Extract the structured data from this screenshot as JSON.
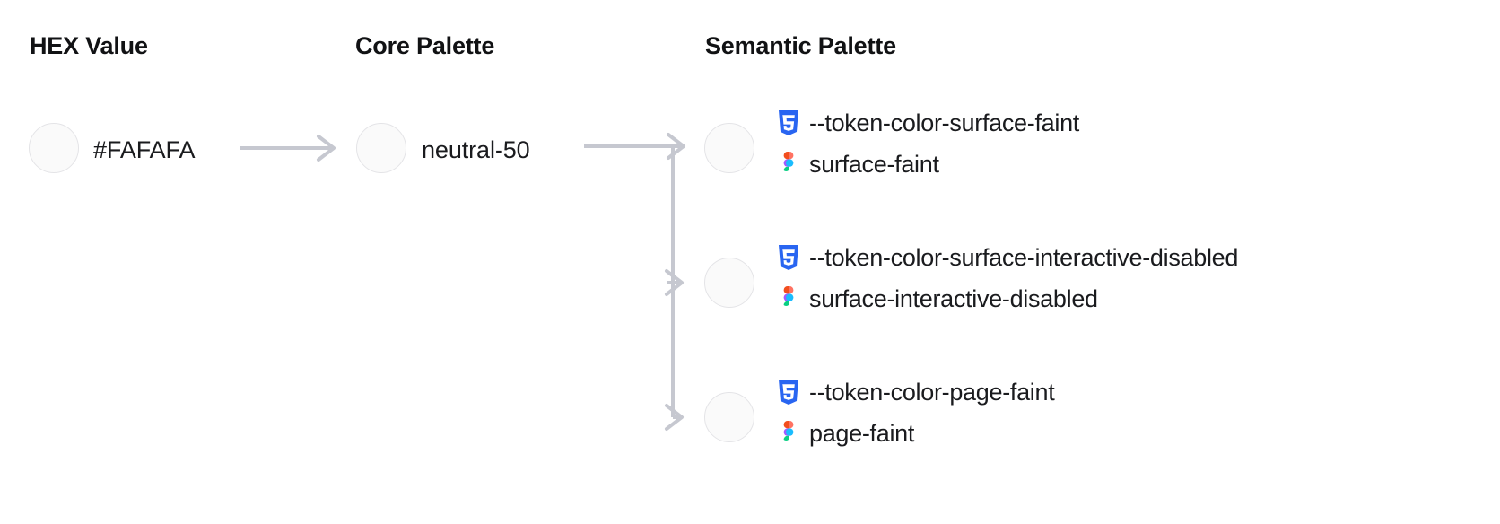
{
  "columns": {
    "hex": {
      "heading": "HEX Value"
    },
    "core": {
      "heading": "Core Palette"
    },
    "semantic": {
      "heading": "Semantic Palette"
    }
  },
  "hex": {
    "value": "#FAFAFA",
    "swatch_color": "#FAFAFA"
  },
  "core": {
    "value": "neutral-50",
    "swatch_color": "#FAFAFA"
  },
  "semantic": {
    "rows": [
      {
        "css_icon": "css3-icon",
        "css_token": "--token-color-surface-faint",
        "figma_icon": "figma-icon",
        "figma_token": "surface-faint",
        "swatch_color": "#FAFAFA"
      },
      {
        "css_icon": "css3-icon",
        "css_token": "--token-color-surface-interactive-disabled",
        "figma_icon": "figma-icon",
        "figma_token": "surface-interactive-disabled",
        "swatch_color": "#FAFAFA"
      },
      {
        "css_icon": "css3-icon",
        "css_token": "--token-color-page-faint",
        "figma_icon": "figma-icon",
        "figma_token": "page-faint",
        "swatch_color": "#FAFAFA"
      }
    ]
  },
  "colors": {
    "text": "#1a1b1e",
    "heading": "#111214",
    "connector": "#C6C8D0",
    "swatch_border": "#E4E4E7",
    "css_blue": "#264DE4",
    "css_blue_dark": "#2965F1",
    "figma_red": "#F24E1E",
    "figma_purple": "#A259FF",
    "figma_blue": "#1ABCFE",
    "figma_green": "#0ACF83"
  },
  "connectors": {
    "hex_to_core": "arrow-right",
    "core_to_semantic_branch": "branching-arrow-three"
  }
}
